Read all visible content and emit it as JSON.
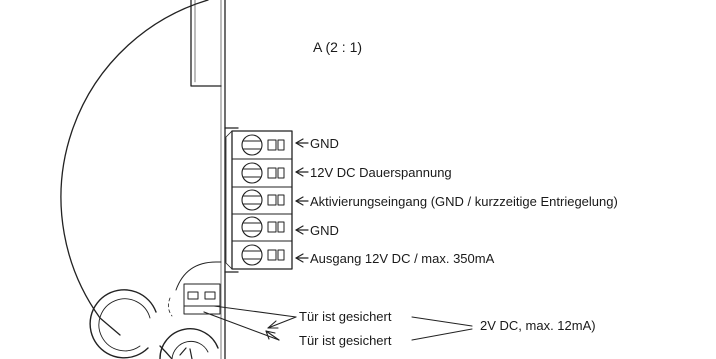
{
  "detail_label": "A (2 : 1)",
  "terminals": [
    {
      "label": "GND"
    },
    {
      "label": "12V DC Dauerspannung"
    },
    {
      "label": "Aktivierungseingang (GND / kurzzeitige Entriegelung)"
    },
    {
      "label": "GND"
    },
    {
      "label": "Ausgang 12V DC / max. 350mA"
    }
  ],
  "contacts": [
    {
      "label": "Tür ist gesichert"
    },
    {
      "label": "Tür ist gesichert"
    }
  ],
  "contact_rating": "2V DC, max. 12mA)",
  "colors": {
    "line": "#222222",
    "background": "#ffffff"
  }
}
